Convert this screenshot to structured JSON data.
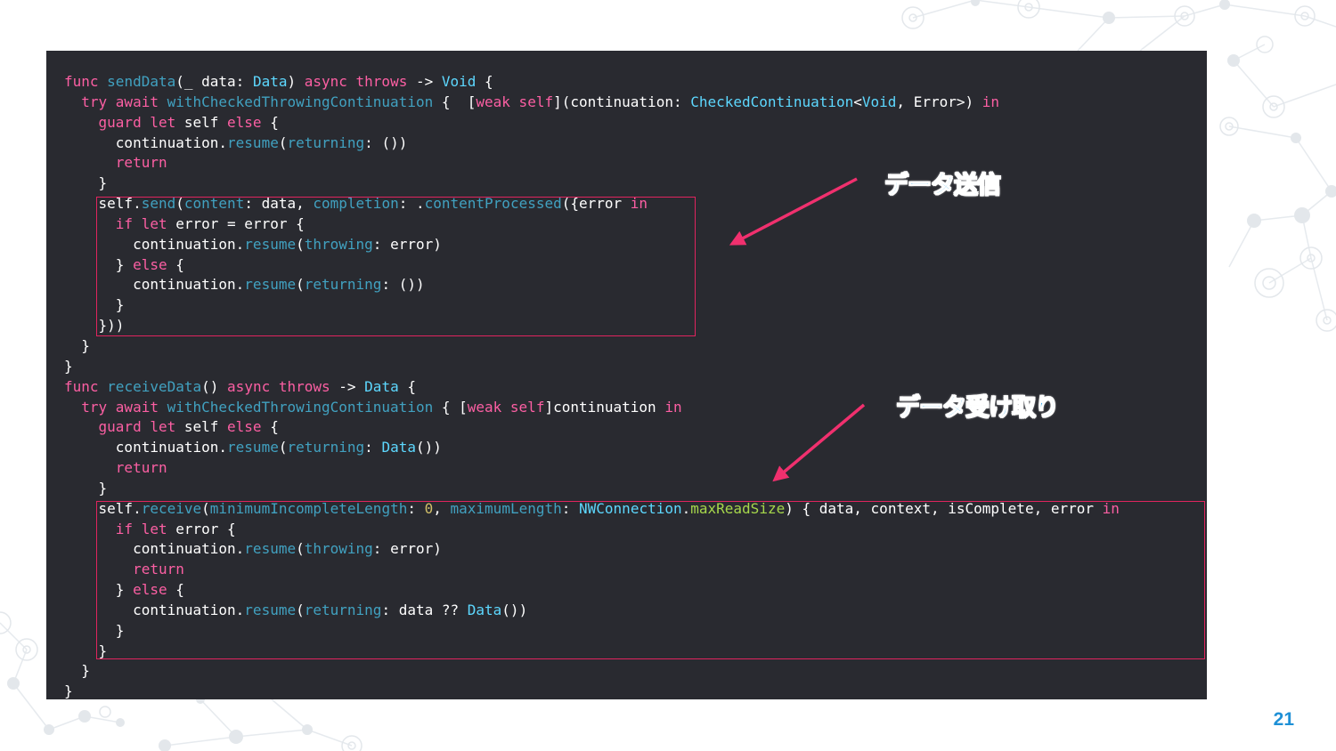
{
  "slide": {
    "page_number": "21",
    "callouts": {
      "send": "データ送信",
      "receive": "データ受け取り"
    },
    "colors": {
      "accent_blue": "#2aa2e6",
      "arrow_pink": "#f0306e",
      "box_red": "#e0245e",
      "code_background": "#292a30"
    }
  },
  "code": {
    "lines": [
      [
        [
          "kw",
          "func "
        ],
        [
          "fn",
          "sendData"
        ],
        [
          "pl",
          "(_ data: "
        ],
        [
          "ty",
          "Data"
        ],
        [
          "pl",
          ") "
        ],
        [
          "kw",
          "async throws"
        ],
        [
          "pl",
          " -> "
        ],
        [
          "ty",
          "Void"
        ],
        [
          "pl",
          " {"
        ]
      ],
      [
        [
          "pl",
          "  "
        ],
        [
          "kw",
          "try await "
        ],
        [
          "fn",
          "withCheckedThrowingContinuation"
        ],
        [
          "pl",
          " {  ["
        ],
        [
          "kw",
          "weak self"
        ],
        [
          "pl",
          "](continuation: "
        ],
        [
          "ty",
          "CheckedContinuation"
        ],
        [
          "pl",
          "<"
        ],
        [
          "ty",
          "Void"
        ],
        [
          "pl",
          ", Error>) "
        ],
        [
          "kw",
          "in"
        ]
      ],
      [
        [
          "pl",
          "    "
        ],
        [
          "kw",
          "guard let "
        ],
        [
          "pl",
          "self "
        ],
        [
          "kw",
          "else"
        ],
        [
          "pl",
          " {"
        ]
      ],
      [
        [
          "pl",
          "      continuation."
        ],
        [
          "fn",
          "resume"
        ],
        [
          "pl",
          "("
        ],
        [
          "fn",
          "returning"
        ],
        [
          "pl",
          ": ())"
        ]
      ],
      [
        [
          "pl",
          "      "
        ],
        [
          "kw",
          "return"
        ]
      ],
      [
        [
          "pl",
          "    }"
        ]
      ],
      [
        [
          "pl",
          "    self."
        ],
        [
          "fn",
          "send"
        ],
        [
          "pl",
          "("
        ],
        [
          "fn",
          "content"
        ],
        [
          "pl",
          ": data, "
        ],
        [
          "fn",
          "completion"
        ],
        [
          "pl",
          ": ."
        ],
        [
          "fn",
          "contentProcessed"
        ],
        [
          "pl",
          "({error "
        ],
        [
          "kw",
          "in"
        ]
      ],
      [
        [
          "pl",
          "      "
        ],
        [
          "kw",
          "if let "
        ],
        [
          "pl",
          "error = error {"
        ]
      ],
      [
        [
          "pl",
          "        continuation."
        ],
        [
          "fn",
          "resume"
        ],
        [
          "pl",
          "("
        ],
        [
          "fn",
          "throwing"
        ],
        [
          "pl",
          ": error)"
        ]
      ],
      [
        [
          "pl",
          "      } "
        ],
        [
          "kw",
          "else"
        ],
        [
          "pl",
          " {"
        ]
      ],
      [
        [
          "pl",
          "        continuation."
        ],
        [
          "fn",
          "resume"
        ],
        [
          "pl",
          "("
        ],
        [
          "fn",
          "returning"
        ],
        [
          "pl",
          ": ())"
        ]
      ],
      [
        [
          "pl",
          "      }"
        ]
      ],
      [
        [
          "pl",
          "    }))"
        ]
      ],
      [
        [
          "pl",
          "  }"
        ]
      ],
      [
        [
          "pl",
          "}"
        ]
      ],
      [
        [
          "kw",
          "func "
        ],
        [
          "fn",
          "receiveData"
        ],
        [
          "pl",
          "() "
        ],
        [
          "kw",
          "async throws"
        ],
        [
          "pl",
          " -> "
        ],
        [
          "ty",
          "Data"
        ],
        [
          "pl",
          " {"
        ]
      ],
      [
        [
          "pl",
          "  "
        ],
        [
          "kw",
          "try await "
        ],
        [
          "fn",
          "withCheckedThrowingContinuation"
        ],
        [
          "pl",
          " { ["
        ],
        [
          "kw",
          "weak self"
        ],
        [
          "pl",
          "]continuation "
        ],
        [
          "kw",
          "in"
        ]
      ],
      [
        [
          "pl",
          "    "
        ],
        [
          "kw",
          "guard let "
        ],
        [
          "pl",
          "self "
        ],
        [
          "kw",
          "else"
        ],
        [
          "pl",
          " {"
        ]
      ],
      [
        [
          "pl",
          "      continuation."
        ],
        [
          "fn",
          "resume"
        ],
        [
          "pl",
          "("
        ],
        [
          "fn",
          "returning"
        ],
        [
          "pl",
          ": "
        ],
        [
          "ty",
          "Data"
        ],
        [
          "pl",
          "())"
        ]
      ],
      [
        [
          "pl",
          "      "
        ],
        [
          "kw",
          "return"
        ]
      ],
      [
        [
          "pl",
          "    }"
        ]
      ],
      [
        [
          "pl",
          "    self."
        ],
        [
          "fn",
          "receive"
        ],
        [
          "pl",
          "("
        ],
        [
          "fn",
          "minimumIncompleteLength"
        ],
        [
          "pl",
          ": "
        ],
        [
          "nu",
          "0"
        ],
        [
          "pl",
          ", "
        ],
        [
          "fn",
          "maximumLength"
        ],
        [
          "pl",
          ": "
        ],
        [
          "ty",
          "NWConnection"
        ],
        [
          "pl",
          "."
        ],
        [
          "pm",
          "maxReadSize"
        ],
        [
          "pl",
          ") { data, context, isComplete, error "
        ],
        [
          "kw",
          "in"
        ]
      ],
      [
        [
          "pl",
          "      "
        ],
        [
          "kw",
          "if let "
        ],
        [
          "pl",
          "error {"
        ]
      ],
      [
        [
          "pl",
          "        continuation."
        ],
        [
          "fn",
          "resume"
        ],
        [
          "pl",
          "("
        ],
        [
          "fn",
          "throwing"
        ],
        [
          "pl",
          ": error)"
        ]
      ],
      [
        [
          "pl",
          "        "
        ],
        [
          "kw",
          "return"
        ]
      ],
      [
        [
          "pl",
          "      } "
        ],
        [
          "kw",
          "else"
        ],
        [
          "pl",
          " {"
        ]
      ],
      [
        [
          "pl",
          "        continuation."
        ],
        [
          "fn",
          "resume"
        ],
        [
          "pl",
          "("
        ],
        [
          "fn",
          "returning"
        ],
        [
          "pl",
          ": data ?? "
        ],
        [
          "ty",
          "Data"
        ],
        [
          "pl",
          "())"
        ]
      ],
      [
        [
          "pl",
          "      }"
        ]
      ],
      [
        [
          "pl",
          "    }"
        ]
      ],
      [
        [
          "pl",
          "  }"
        ]
      ],
      [
        [
          "pl",
          "}"
        ]
      ]
    ]
  }
}
